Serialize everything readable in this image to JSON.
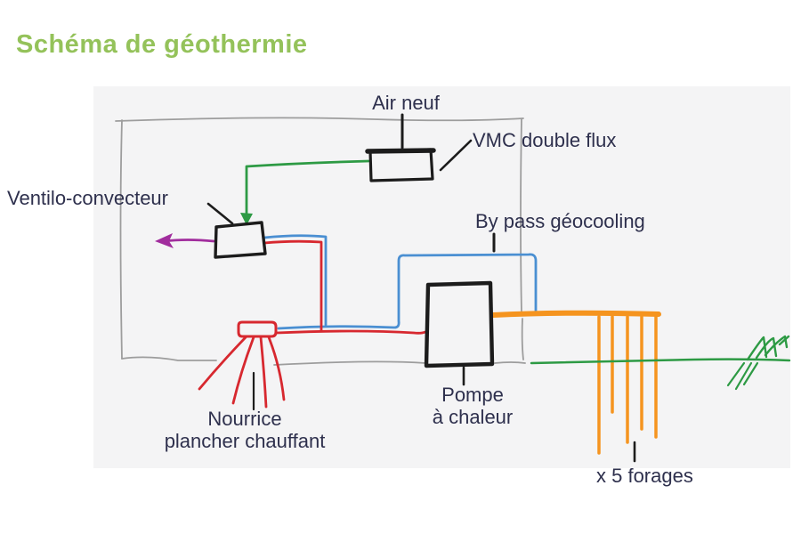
{
  "page": {
    "title": "Schéma de géothermie"
  },
  "colors": {
    "page_bg": "#ffffff",
    "panel_bg": "#f4f4f5",
    "title": "#94c25a",
    "text": "#2e304d",
    "ink": "#1c1c1c",
    "wall": "#9d9d9d",
    "green": "#2d9a44",
    "blue": "#4a8fd2",
    "red": "#d7282f",
    "purple": "#a12d9d",
    "orange": "#f5941f"
  },
  "diagram": {
    "labels": {
      "air_neuf": "Air neuf",
      "vmc_double_flux": "VMC double flux",
      "ventilo_convecteur": "Ventilo-convecteur",
      "bypass_geocooling": "By pass géocooling",
      "pompe_line1": "Pompe",
      "pompe_line2": "à chaleur",
      "nourrice_line1": "Nourrice",
      "nourrice_line2": "plancher chauffant",
      "forages": "x 5 forages"
    }
  }
}
